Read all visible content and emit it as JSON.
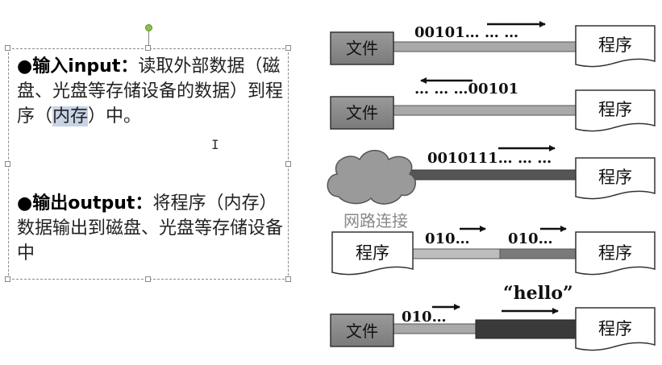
{
  "bullet": "●",
  "input_label": "输入input：",
  "input_text_1": "读取外部数据（磁盘、光盘等存储设备的数据）到程序（",
  "input_highlight": "内存",
  "input_text_2": "）中。",
  "output_label": "输出output：",
  "output_text": "将程序（内存）数据输出到磁盘、光盘等存储设备中",
  "cursor": "I",
  "diagram": {
    "row1": {
      "left": "文件",
      "right": "程序",
      "bits": "00101… … …"
    },
    "row2": {
      "left": "文件",
      "right": "程序",
      "bits": "… … …00101"
    },
    "row3": {
      "cloud_caption": "网路连接",
      "right": "程序",
      "bits": "0010111… … …"
    },
    "row4": {
      "left": "程序",
      "right": "程序",
      "bits_a": "010…",
      "bits_b": "010…"
    },
    "row5": {
      "left": "文件",
      "right": "程序",
      "bits": "010…",
      "quote": "“hello”"
    }
  }
}
